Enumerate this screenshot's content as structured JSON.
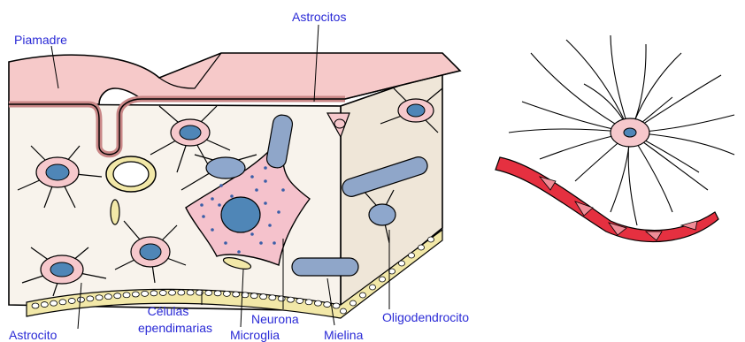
{
  "labels": {
    "piamadre": "Piamadre",
    "astrocitos": "Astrocitos",
    "astrocito": "Astrocito",
    "celulas_line1": "Células",
    "celulas_line2": "ependimarias",
    "microglia": "Microglia",
    "neurona": "Neurona",
    "mielina": "Mielina",
    "oligodendrocito": "Oligodendrocito"
  },
  "colors": {
    "label": "#2a2ad6",
    "pia": "#f6c9c9",
    "pia_dark": "#c98787",
    "tissue": "#f8f3ec",
    "astro_body": "#f6c8cc",
    "nucleus": "#4f86b7",
    "neuron": "#f5c2cc",
    "oligo": "#8ea7cc",
    "myelin": "#8fa6c9",
    "ependyma": "#f2e8a8",
    "vessel": "#e53040",
    "vessel_light": "#f08c97"
  }
}
